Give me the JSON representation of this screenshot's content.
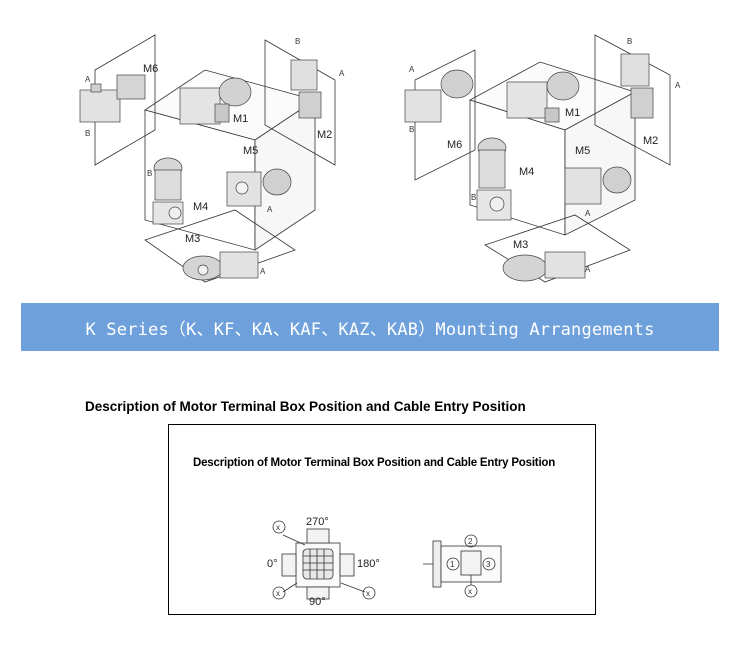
{
  "mounting_diagrams": {
    "left": {
      "positions": [
        "M1",
        "M2",
        "M3",
        "M4",
        "M5",
        "M6"
      ],
      "side_labels": [
        "A",
        "B"
      ]
    },
    "right": {
      "positions": [
        "M1",
        "M2",
        "M3",
        "M4",
        "M5",
        "M6"
      ],
      "side_labels": [
        "A",
        "B"
      ]
    }
  },
  "banner": {
    "title": "K Series（K、KF、KA、KAF、KAZ、KAB）Mounting Arrangements",
    "background": "#6ea0dc"
  },
  "terminal_box_section": {
    "heading": "Description of Motor Terminal Box Position and Cable Entry Position",
    "inner_heading": "Description of Motor Terminal Box Position and Cable Entry Position",
    "angle_labels": [
      "270°",
      "0°",
      "180°",
      "90°"
    ],
    "cable_marker": "x",
    "entry_positions": [
      "1",
      "2",
      "3"
    ]
  }
}
